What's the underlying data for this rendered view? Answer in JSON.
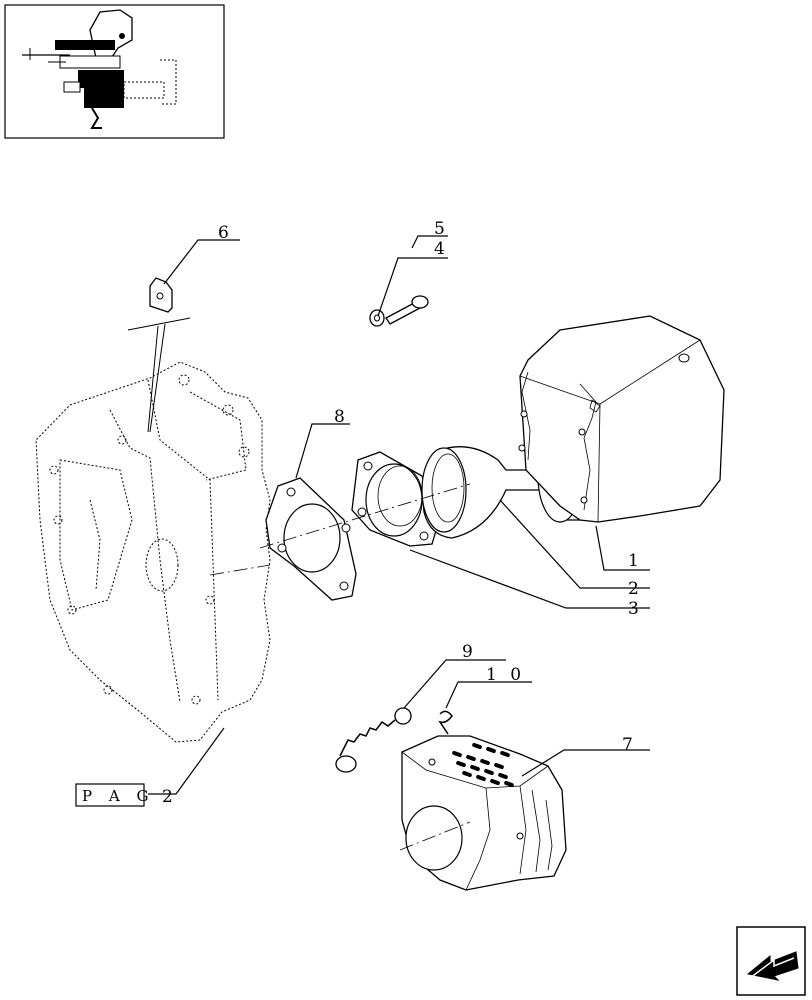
{
  "callouts": {
    "c1": "1",
    "c2": "2",
    "c3": "3",
    "c4": "4",
    "c5": "5",
    "c6": "6",
    "c7": "7",
    "c8": "8",
    "c9": "9",
    "c10": "1 0"
  },
  "page_ref": {
    "label": "P A G",
    "number": "2"
  },
  "nav": {
    "arrow_icon": "back-arrow-icon"
  }
}
